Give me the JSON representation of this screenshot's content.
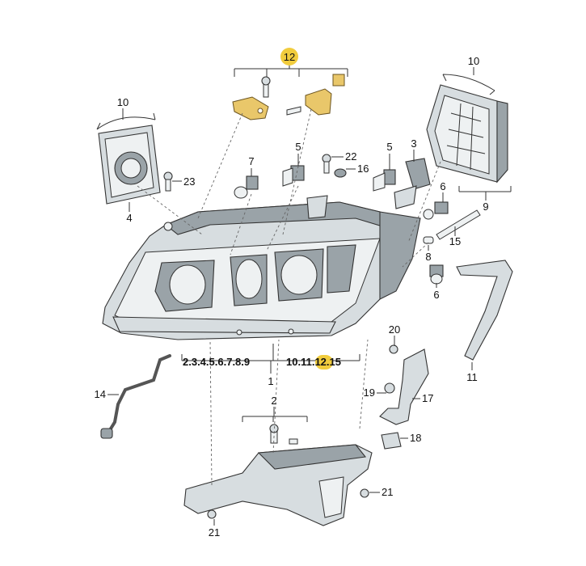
{
  "callouts": {
    "c1": "1",
    "c2": "2",
    "c3": "3",
    "c4": "4",
    "c5a": "5",
    "c5b": "5",
    "c6a": "6",
    "c6b": "6",
    "c7": "7",
    "c8": "8",
    "c9": "9",
    "c10a": "10",
    "c10b": "10",
    "c11": "11",
    "c12": "12",
    "c14": "14",
    "c15": "15",
    "c16": "16",
    "c17": "17",
    "c18": "18",
    "c19": "19",
    "c20": "20",
    "c21a": "21",
    "c21b": "21",
    "c22": "22",
    "c23": "23"
  },
  "group_lists": {
    "left": "2.3.4.5.6.7.8.9",
    "right_prefix": "10.11.",
    "right_highlight": "12",
    "right_suffix": ".15"
  },
  "colors": {
    "highlight": "#f1cc3d",
    "gold_part": "#e9c76a",
    "line": "#333333"
  }
}
